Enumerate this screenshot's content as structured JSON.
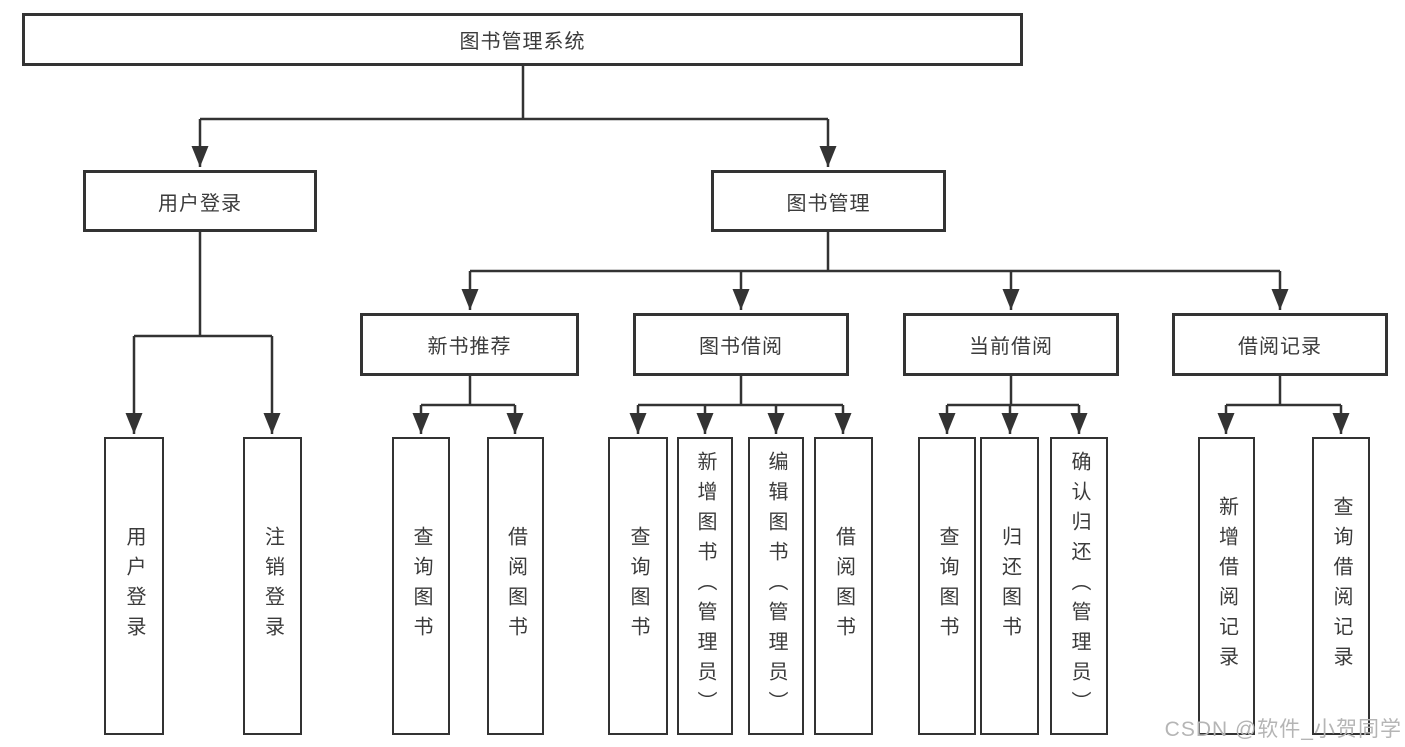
{
  "title": "图书管理系统",
  "watermark": "CSDN @软件_小贺同学",
  "colors": {
    "line": "#333333",
    "text": "#3b3b3b",
    "background": "#ffffff",
    "box_background": "#ffffff",
    "watermark": "#b5b5b5"
  },
  "tree": {
    "label": "图书管理系统",
    "children": [
      {
        "label": "用户登录",
        "children": [
          {
            "label": "用户登录"
          },
          {
            "label": "注销登录"
          }
        ]
      },
      {
        "label": "图书管理",
        "children": [
          {
            "label": "新书推荐",
            "children": [
              {
                "label": "查询图书"
              },
              {
                "label": "借阅图书"
              }
            ]
          },
          {
            "label": "图书借阅",
            "children": [
              {
                "label": "查询图书"
              },
              {
                "label": "新增图书（管理员）"
              },
              {
                "label": "编辑图书（管理员）"
              },
              {
                "label": "借阅图书"
              }
            ]
          },
          {
            "label": "当前借阅",
            "children": [
              {
                "label": "查询图书"
              },
              {
                "label": "归还图书"
              },
              {
                "label": "确认归还（管理员）"
              }
            ]
          },
          {
            "label": "借阅记录",
            "children": [
              {
                "label": "新增借阅记录"
              },
              {
                "label": "查询借阅记录"
              }
            ]
          }
        ]
      }
    ]
  }
}
